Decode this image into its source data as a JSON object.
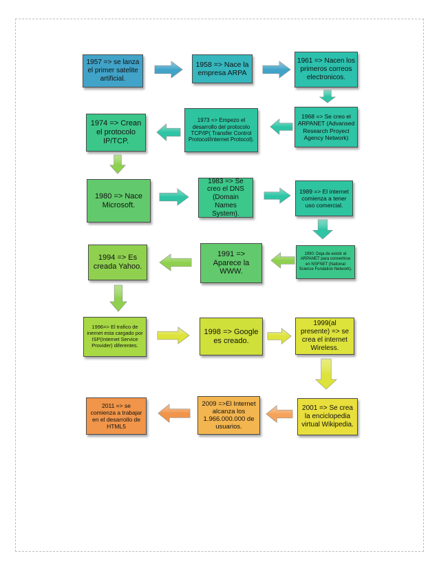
{
  "colors": {
    "blue": "#41a3c8",
    "teal": "#2ec4a5",
    "green": "#8fd14f",
    "yellow": "#dde33b",
    "orange": "#f5a35a",
    "orange_dark": "#f0954a"
  },
  "boxes": [
    {
      "id": "b1957",
      "text": "1957 => se lanza el primer satelite artificial.",
      "color": "#41a3c8"
    },
    {
      "id": "b1958",
      "text": "1958 => Nace la empresa ARPA",
      "color": "#36b6bd"
    },
    {
      "id": "b1961",
      "text": "1961 => Nacen los primeros correos electronicos.",
      "color": "#2cc0ad"
    },
    {
      "id": "b1968",
      "text": "1968 => Se creo el ARPANET (Advansed Research Proyect Agency Network)",
      "color": "#2ec4a5"
    },
    {
      "id": "b1973",
      "text": "1973 => Empezo el desarrollo del protocolo TCP/IP( Transfer Control Protocol/Internet Protocol).",
      "color": "#2ec4a0"
    },
    {
      "id": "b1974",
      "text": "1974 => Crean el protocolo IP/TCP.",
      "color": "#3cc78a"
    },
    {
      "id": "b1980",
      "text": "1980 => Nace Microsoft.",
      "color": "#62ca6c"
    },
    {
      "id": "b1983",
      "text": "1983 => Se creo el DNS (Domain Names System).",
      "color": "#3cc88a"
    },
    {
      "id": "b1989",
      "text": "1989 => El internet comienza a tener uso comercial.",
      "color": "#2ec4a0"
    },
    {
      "id": "b1990",
      "text": "1990: Deja de existir el ARPANET para convertirse en NSFNET (National Science Fundation Network).",
      "color": "#3cc78a"
    },
    {
      "id": "b1991",
      "text": "1991 => Aparece la WWW.",
      "color": "#62ca6c"
    },
    {
      "id": "b1994",
      "text": "1994 => Es creada Yahoo.",
      "color": "#8fd14f"
    },
    {
      "id": "b1996",
      "text": "1996=> El trafico de inernet esta cargado por ISP(Internet Service Provider) diferentes.",
      "color": "#a8d944"
    },
    {
      "id": "b1998",
      "text": "1998 => Google es creado.",
      "color": "#cfe03a"
    },
    {
      "id": "b1999",
      "text": "1999(al presente) => se crea el internet Wireless.",
      "color": "#dde33b"
    },
    {
      "id": "b2001",
      "text": "2001 => Se crea la enciclopedia virtual Wikipedia.",
      "color": "#e8de3c"
    },
    {
      "id": "b2009",
      "text": "2009 =>El Internet alcanza los 1.966.000.000 de usuarios.",
      "color": "#f3b54f"
    },
    {
      "id": "b2011",
      "text": "2011 => se comienza a trabajar en el desarrollo de HTML5",
      "color": "#f0954a"
    }
  ]
}
